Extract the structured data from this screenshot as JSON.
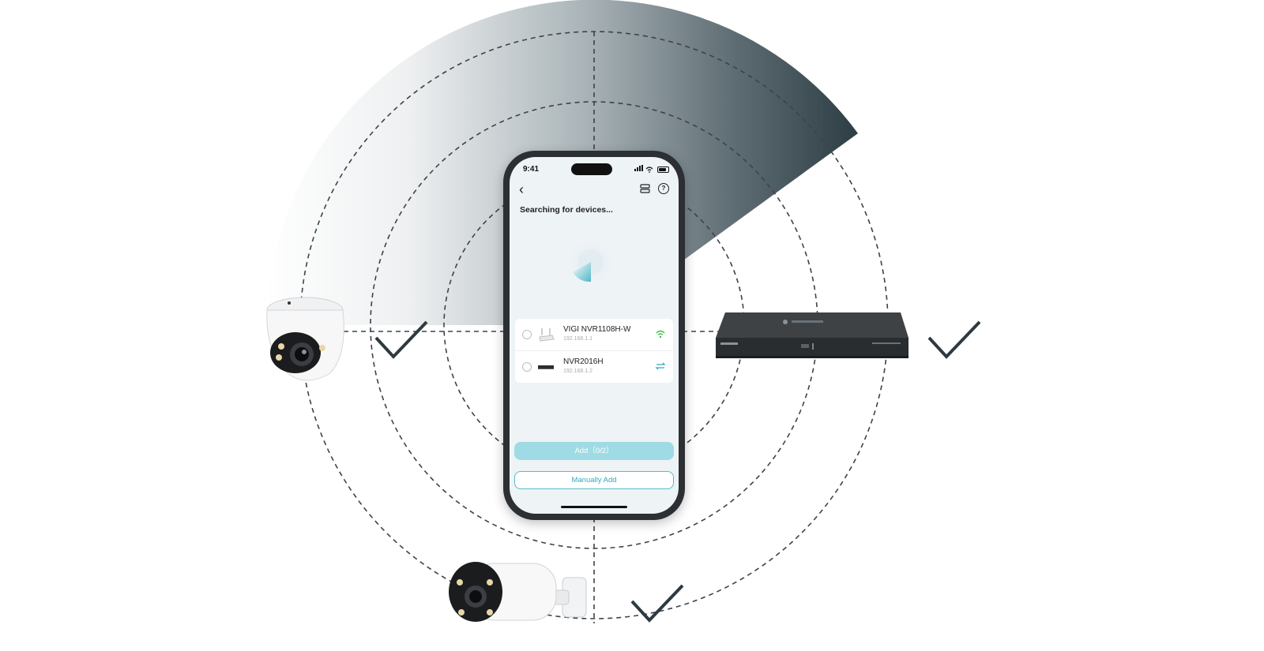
{
  "phone": {
    "status_time": "9:41",
    "screen_title": "Searching for devices...",
    "devices": [
      {
        "name": "VIGI NVR1108H-W",
        "ip": "192.168.1.1",
        "connection": "wifi-icon"
      },
      {
        "name": "NVR2016H",
        "ip": "192.168.1.2",
        "connection": "ethernet-icon"
      }
    ],
    "add_label": "Add（0/2）",
    "manual_add_label": "Manually Add"
  },
  "colors": {
    "accent": "#33a9ba",
    "add_button": "#9fdbe4",
    "radar_sweep": "#2f3f46",
    "wifi": "#3fbf4a"
  },
  "icons": [
    "back-icon",
    "devices-icon",
    "help-icon",
    "wifi-icon",
    "ethernet-icon",
    "check-icon"
  ]
}
